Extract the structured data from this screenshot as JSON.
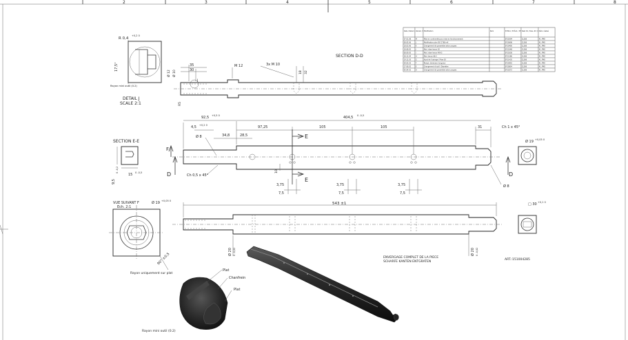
{
  "border": {
    "zone_numbers": [
      "2",
      "3",
      "4",
      "5",
      "6",
      "7",
      "8"
    ]
  },
  "revision_table": {
    "headers": [
      "Date / Datum / Date",
      "Version / Index / Versión",
      "Modification",
      "Nom",
      "N°Mod. / N°Änd. / N°Cambio",
      "Dest. Nr / Doss. Nr / Origine",
      "Dém. réalisé"
    ],
    "rows": [
      [
        "07.01.08",
        "M",
        "Mise en conformité pour mise en fonctionnement",
        "",
        "SF12094",
        "CL268",
        "M...FMD"
      ],
      [
        "08.05.06",
        "L",
        "Modification plan ISO 2768 mK",
        "",
        "SF10698",
        "CL268",
        "M...FMD"
      ],
      [
        "18.03.06",
        "K",
        "Changement de paramètre selon progres",
        "",
        "SF10400",
        "CL268",
        "M...FMD"
      ],
      [
        "18.08.05",
        "J",
        "Mod. diam tenon 30",
        "",
        "SF11948",
        "CL268",
        "M...FMD"
      ],
      [
        "08.09.05",
        "I",
        "Mod. diam tenon 404.5",
        "",
        "SF11838",
        "CL268",
        "M...FMD"
      ],
      [
        "18.11.04",
        "H",
        "Mod. tenon 66.5",
        "",
        "SF11386",
        "CL268",
        "M...FMD"
      ],
      [
        "19.11.03",
        "G",
        "Ajout de l'usinage / Prise 30",
        "",
        "SF11435",
        "CL268",
        "M...FMD"
      ],
      [
        "09.05.03",
        "F",
        "Rempl. dimension longueur",
        "",
        "SF10955",
        "CL268",
        "M...FMD"
      ],
      [
        "17.06.02",
        "E",
        "Changement d'outil / Diamètre",
        "",
        "SF10854",
        "CL268",
        "M...FMD"
      ],
      [
        "05.04.02",
        "D",
        "Changement de paramètre selon progres",
        "",
        "SF10272",
        "CL268",
        "M...FMD"
      ]
    ]
  },
  "labels": {
    "detail_j": "DETAIL J",
    "detail_scale": "SCALE 2:1",
    "section_dd": "SECTION D-D",
    "section_ee": "SECTION E-E",
    "view_f": "VUE SUIVANT F",
    "view_f_scale": "Ech. 2:1",
    "tool_radius_note": "Rayon mini outil (0.2)",
    "tool_radius_flat_note": "Rayon uniquement sur plat",
    "tool_radius_caption": "Rayon mini outil (0.2)",
    "callout_plat_1": "Plat",
    "callout_chanfrein": "Chanfrein",
    "callout_plat_2": "Plat",
    "finishing_note_1": "ENVERGAGE COMPLET DE LA PIECE",
    "finishing_note_2": "SCHARFE KANTEN ENTGRATEN",
    "article": "ART.:151004285",
    "marker_d_left": "D",
    "marker_d_right": "D",
    "marker_e_top": "E",
    "marker_e_bottom": "E",
    "marker_f": "F"
  },
  "dimensions": {
    "detail_radius": "R 0,4",
    "detail_radius_tol": "+0,2 0",
    "detail_angle": "17,5°",
    "dim_35": "35",
    "dim_30": "30",
    "dim_m12": "M 12",
    "dim_3xm10": "3x M 10",
    "dim_18": "18",
    "dim_32": "32",
    "dim_phi12": "Ø 12",
    "dim_phi10": "Ø 10",
    "dim_r5": "R5",
    "dim_92_5": "92,5",
    "dim_92_5_tol": "+0,5 0",
    "dim_4_5": "4,5",
    "dim_4_5_tol": "+0,2 0",
    "dim_34_8": "34,8",
    "dim_28_5": "28,5",
    "dim_97_25": "97,25",
    "dim_105a": "105",
    "dim_105b": "105",
    "dim_404_5": "404,5",
    "dim_404_5_tol": "0 -0,5",
    "dim_31": "31",
    "dim_ch1": "Ch 1 x 45°",
    "dim_phi19": "Ø 19",
    "dim_phi19_tol": "+0,05 0",
    "dim_phi8_left": "Ø 8",
    "dim_phi8_right": "Ø 8",
    "dim_ch05": "Ch 0,5 x 45°",
    "dim_15": "15",
    "dim_15_tol": "0 -0,5",
    "dim_9_5": "9,5",
    "dim_9_5_tol": "0 -0,2",
    "dim_10": "10",
    "dim_3_75a": "3,75",
    "dim_3_75b": "3,75",
    "dim_3_75c": "3,75",
    "dim_7_5a": "7,5",
    "dim_7_5b": "7,5",
    "dim_7_5c": "7,5",
    "dim_543": "543 ±1",
    "dim_phi19_f": "Ø 19",
    "dim_phi19_f_tol": "+0,05 0",
    "dim_flat_30": "□ 30",
    "dim_flat_30_tol": "+0,1 0",
    "dim_phi20_a": "Ø 20",
    "dim_phi20_a_tol": "0 -0,02",
    "dim_phi20_b": "Ø 20",
    "dim_phi20_b_tol": "0 -0,02",
    "dim_90": "90° ±0,5"
  }
}
